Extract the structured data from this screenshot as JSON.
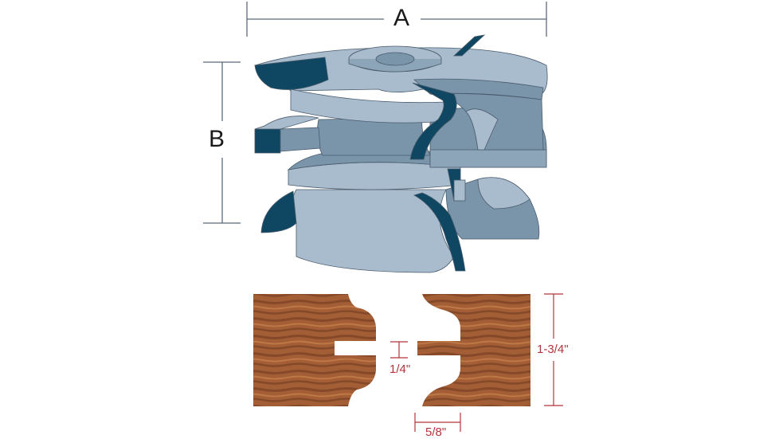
{
  "diagram": {
    "type": "router-bit-profile-illustration",
    "cutter": {
      "dimension_a_label": "A",
      "dimension_b_label": "B",
      "colors": {
        "light_body": "#a9bccd",
        "mid_body": "#7a94aa",
        "dark_carbide": "#0f4763",
        "outline": "#4a5c6c",
        "dimension_line": "#5a6b7b"
      }
    },
    "joint_profile": {
      "groove_width_label": "1/4\"",
      "stock_thickness_label": "1-3/4\"",
      "profile_depth_label": "5/8\"",
      "colors": {
        "wood_base": "#a35e35",
        "wood_dark": "#7a4024",
        "wood_light": "#c47e4a",
        "dimension_red": "#b5333c"
      }
    }
  }
}
